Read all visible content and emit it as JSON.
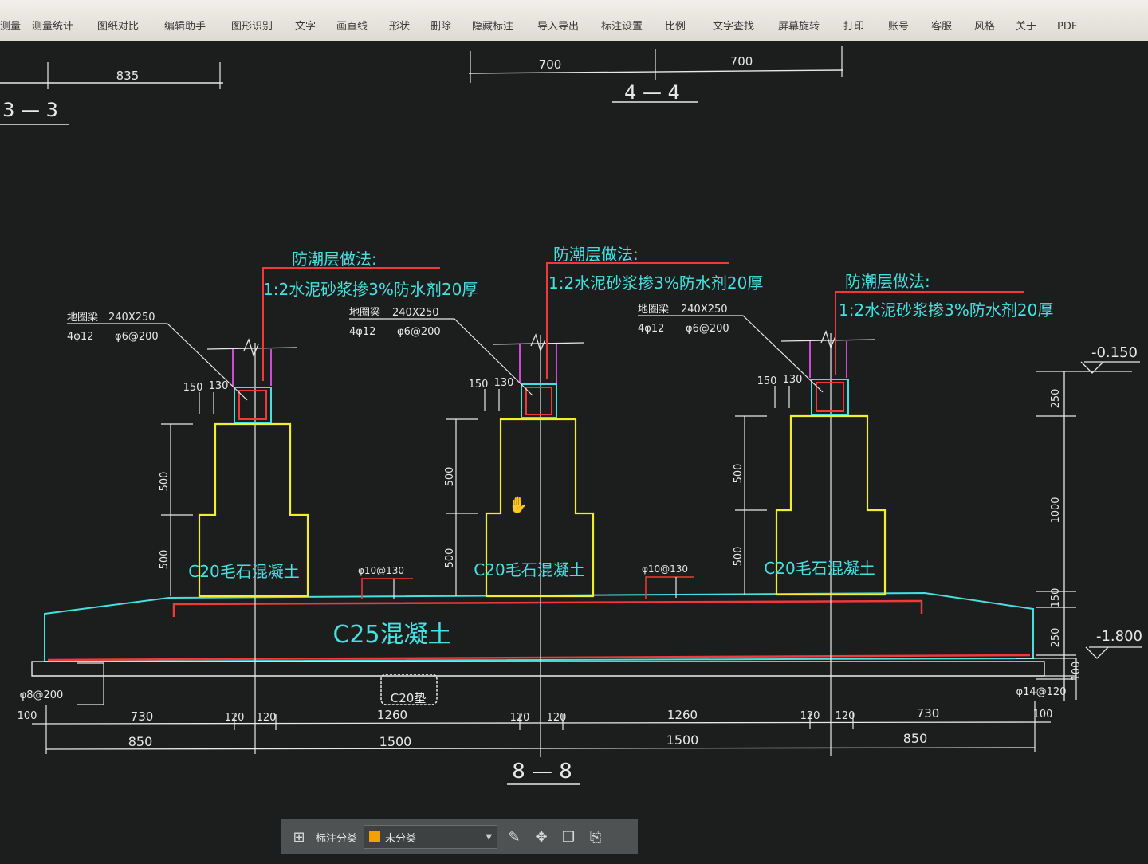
{
  "toolbar": {
    "items": [
      {
        "label": "测量"
      },
      {
        "label": "测量统计"
      },
      {
        "label": "图纸对比"
      },
      {
        "label": "编辑助手"
      },
      {
        "label": "图形识别"
      },
      {
        "label": "文字"
      },
      {
        "label": "画直线"
      },
      {
        "label": "形状"
      },
      {
        "label": "删除"
      },
      {
        "label": "隐藏标注"
      },
      {
        "label": "导入导出"
      },
      {
        "label": "标注设置"
      },
      {
        "label": "比例"
      },
      {
        "label": "文字查找"
      },
      {
        "label": "屏幕旋转"
      },
      {
        "label": "打印"
      },
      {
        "label": "账号"
      },
      {
        "label": "客服"
      },
      {
        "label": "风格"
      },
      {
        "label": "关于"
      },
      {
        "label": "PDF"
      }
    ]
  },
  "drawing": {
    "top_left_dim": "835",
    "top_left_section": "3 — 3",
    "top_mid_dims": [
      "700",
      "700"
    ],
    "top_mid_section": "4 — 4",
    "note_title": "防潮层做法:",
    "note_text": "1:2水泥砂浆掺3%防水剂20厚",
    "beam_label": "地圈梁",
    "beam_size": "240X250",
    "beam_rebar_main": "4φ12",
    "beam_rebar_stirrup": "φ6@200",
    "dim_150": "150",
    "dim_130": "130",
    "dim_500": "500",
    "footing_label": "C20毛石混凝土",
    "bar_spacing": "φ10@130",
    "slab_label": "C25混凝土",
    "cushion_label": "C20垫",
    "left_rebar": "φ8@200",
    "right_rebar": "φ14@120",
    "bottom_row1": [
      "100",
      "730",
      "120",
      "120",
      "1260",
      "120",
      "120",
      "1260",
      "120",
      "120",
      "730",
      "100"
    ],
    "bottom_row2": [
      "850",
      "1500",
      "1500",
      "850"
    ],
    "elev_top": "-0.150",
    "elev_bottom": "-1.800",
    "right_dims": [
      "250",
      "1000",
      "150",
      "250",
      "100"
    ],
    "section_label": "8 — 8"
  },
  "bottom_toolbar": {
    "category_label": "标注分类",
    "category_value": "未分类"
  },
  "colors": {
    "background": "#1b1e1d",
    "cyan": "#46e0e0",
    "yellow": "#f2ee2e",
    "red": "#f23838",
    "magenta": "#d24ad8",
    "white": "#e8e8e8"
  }
}
